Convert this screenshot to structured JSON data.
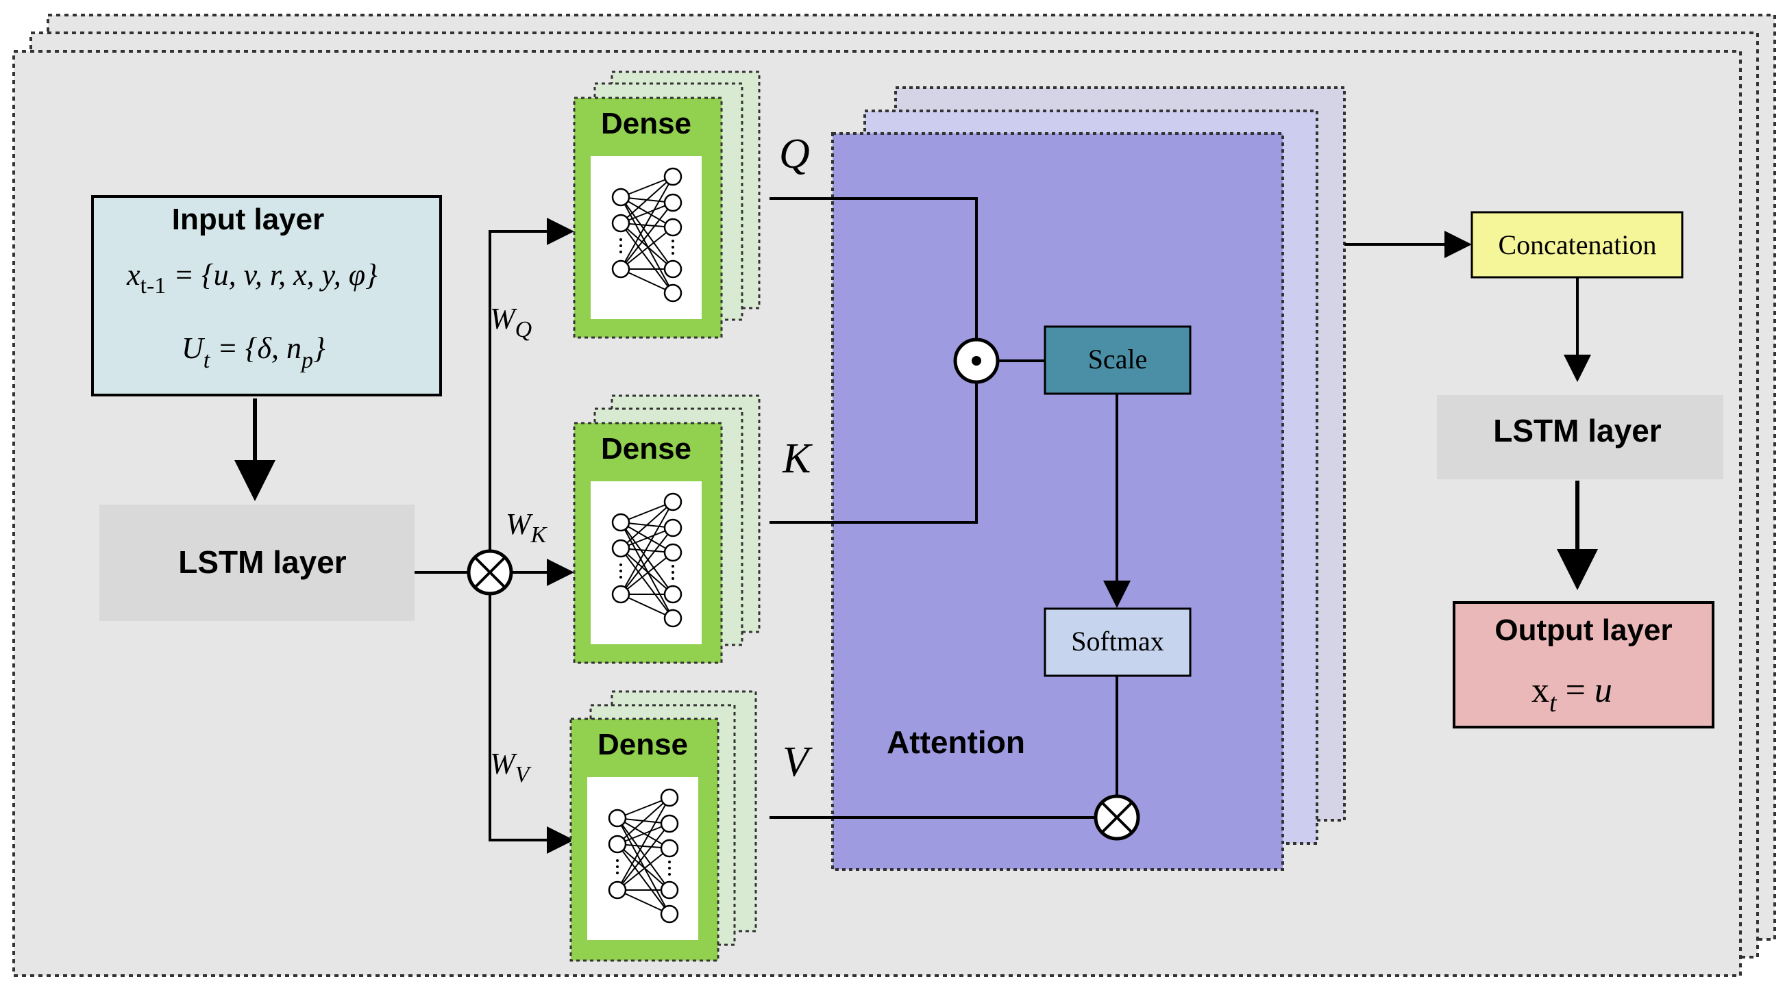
{
  "input_layer": {
    "title": "Input layer",
    "eq1": {
      "var": "x",
      "sub": "t-1",
      "rhs": " = {u, v, r, x, y, φ}"
    },
    "eq2": {
      "var": "U",
      "sub": "t",
      "rhs_open": " = {δ, n",
      "rhs_sub": "p",
      "rhs_close": "}"
    }
  },
  "lstm_left": {
    "label": "LSTM layer"
  },
  "weights": {
    "wq": {
      "var": "W",
      "sub": "Q"
    },
    "wk": {
      "var": "W",
      "sub": "K"
    },
    "wv": {
      "var": "W",
      "sub": "V"
    }
  },
  "dense": {
    "label": "Dense"
  },
  "qkv": {
    "q": "Q",
    "k": "K",
    "v": "V"
  },
  "attention": {
    "label": "Attention",
    "scale_label": "Scale",
    "softmax_label": "Softmax"
  },
  "concatenation": {
    "label": "Concatenation"
  },
  "lstm_right": {
    "label": "LSTM layer"
  },
  "output_layer": {
    "title": "Output layer",
    "eq": {
      "var": "x",
      "sub": "t",
      "rhs": " = ",
      "rhs_var": "u"
    }
  },
  "colors": {
    "background": "#e6e6e6",
    "input_box": "#d5e6ea",
    "lstm_box": "#d9d9d9",
    "dense_green": "#92d050",
    "dense_shadow": "#d9ead3",
    "attention_front": "#9e9be0",
    "attention_mid": "#cdcdf0",
    "attention_back": "#d4d4e6",
    "scale": "#4a8fa6",
    "softmax": "#c6d4ee",
    "concatenation": "#f5f59a",
    "output_box": "#eab8b8"
  }
}
